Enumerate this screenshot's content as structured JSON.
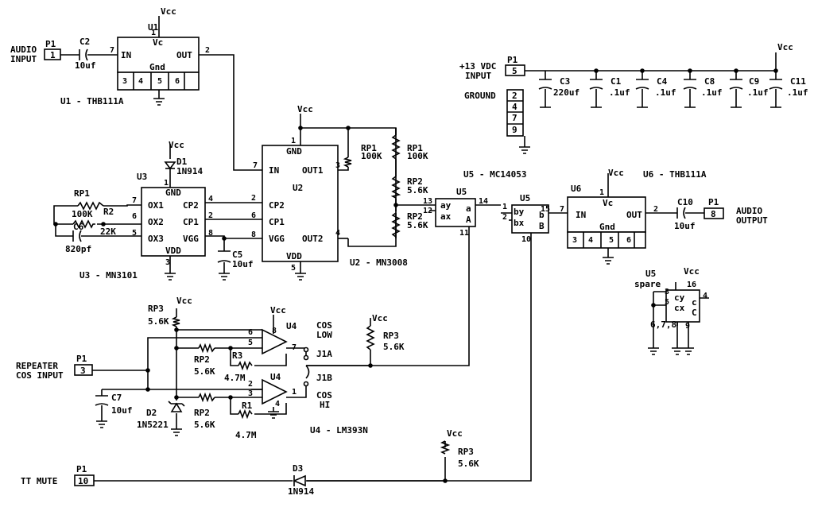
{
  "labels": {
    "vcc": "Vcc",
    "audio_input_1": "AUDIO",
    "audio_input_2": "INPUT",
    "audio_output_1": "AUDIO",
    "audio_output_2": "OUTPUT",
    "repeater_1": "REPEATER",
    "repeater_2": "COS INPUT",
    "tt_mute": "TT MUTE",
    "power_1": "+13 VDC",
    "power_2": "INPUT",
    "ground": "GROUND",
    "cos_low_1": "COS",
    "cos_low_2": "LOW",
    "cos_hi_1": "COS",
    "cos_hi_2": "HI",
    "j1a": "J1A",
    "j1b": "J1B",
    "spare": "spare",
    "u5_spare_pins": "6,7,8"
  },
  "chips": {
    "u1": {
      "ref": "U1",
      "desc": "U1 - THB111A",
      "vc": "Vc",
      "in": "IN",
      "out": "OUT",
      "gnd": "Gnd"
    },
    "u2": {
      "ref": "U2",
      "desc": "U2 - MN3008",
      "gnd": "GND",
      "in": "IN",
      "out1": "OUT1",
      "out2": "OUT2",
      "cp2": "CP2",
      "cp1": "CP1",
      "vgg": "VGG",
      "vdd": "VDD"
    },
    "u3": {
      "ref": "U3",
      "desc": "U3 - MN3101",
      "gnd": "GND",
      "ox1": "OX1",
      "ox2": "OX2",
      "ox3": "OX3",
      "cp2": "CP2",
      "cp1": "CP1",
      "vgg": "VGG",
      "vdd": "VDD"
    },
    "u4": {
      "ref": "U4",
      "desc": "U4 - LM393N"
    },
    "u5": {
      "ref": "U5",
      "desc": "U5 - MC14053",
      "ay": "ay",
      "ax": "ax",
      "a": "a",
      "A": "A",
      "by": "by",
      "bx": "bx",
      "b": "b",
      "B": "B",
      "cy": "cy",
      "cx": "cx",
      "c": "c",
      "C": "C"
    },
    "u6": {
      "ref": "U6",
      "desc": "U6 - THB111A",
      "vc": "Vc",
      "in": "IN",
      "out": "OUT",
      "gnd": "Gnd"
    }
  },
  "components": {
    "c1": {
      "ref": "C1",
      "value": ".1uf"
    },
    "c2": {
      "ref": "C2",
      "value": "10uf"
    },
    "c3": {
      "ref": "C3",
      "value": "220uf"
    },
    "c4": {
      "ref": "C4",
      "value": ".1uf"
    },
    "c5": {
      "ref": "C5",
      "value": "10uf"
    },
    "c6": {
      "ref": "C6",
      "value": "820pf"
    },
    "c7": {
      "ref": "C7",
      "value": "10uf"
    },
    "c8": {
      "ref": "C8",
      "value": ".1uf"
    },
    "c9": {
      "ref": "C9",
      "value": ".1uf"
    },
    "c10": {
      "ref": "C10",
      "value": "10uf"
    },
    "c11": {
      "ref": "C11",
      "value": ".1uf"
    },
    "d1": {
      "ref": "D1",
      "value": "1N914"
    },
    "d2": {
      "ref": "D2",
      "value": "1N5221"
    },
    "d3": {
      "ref": "D3",
      "value": "1N914"
    },
    "r1": {
      "ref": "R1",
      "value": "4.7M"
    },
    "r2": {
      "ref": "R2",
      "value": "22K"
    },
    "r3": {
      "ref": "R3",
      "value": "4.7M"
    },
    "rp1_a": {
      "ref": "RP1",
      "value": "100K"
    },
    "rp1_b": {
      "ref": "RP1",
      "value": "100K"
    },
    "rp1_c": {
      "ref": "RP1",
      "value": "100K"
    },
    "rp2_a": {
      "ref": "RP2",
      "value": "5.6K"
    },
    "rp2_b": {
      "ref": "RP2",
      "value": "5.6K"
    },
    "rp2_c": {
      "ref": "RP2",
      "value": "5.6K"
    },
    "rp2_d": {
      "ref": "RP2",
      "value": "5.6K"
    },
    "rp3_a": {
      "ref": "RP3",
      "value": "5.6K"
    },
    "rp3_b": {
      "ref": "RP3",
      "value": "5.6K"
    },
    "rp3_c": {
      "ref": "RP3",
      "value": "5.6K"
    }
  },
  "connector": {
    "ref": "P1",
    "audio_in": "1",
    "power": "5",
    "gnd_a": "2",
    "gnd_b": "4",
    "gnd_c": "7",
    "gnd_d": "9",
    "cos": "3",
    "audio_out": "8",
    "tt": "10"
  },
  "pins": {
    "n1": "1",
    "n2": "2",
    "n3": "3",
    "n4": "4",
    "n5": "5",
    "n6": "6",
    "n7": "7",
    "n8": "8",
    "n9": "9",
    "n10": "10",
    "n11": "11",
    "n12": "12",
    "n13": "13",
    "n14": "14",
    "n15": "15",
    "n16": "16"
  }
}
